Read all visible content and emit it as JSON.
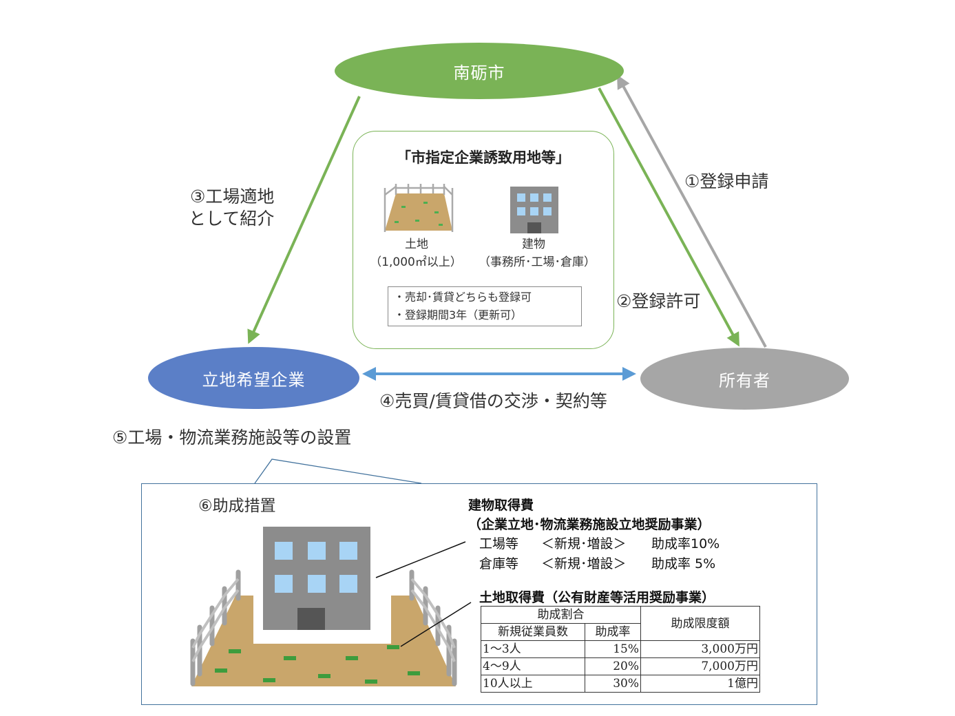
{
  "nodes": {
    "city": "南砺市",
    "company": "立地希望企業",
    "owner": "所有者"
  },
  "edges": {
    "register_apply": "①登録申請",
    "register_permit": "②登録許可",
    "introduce_line1": "③工場適地",
    "introduce_line2": "として紹介",
    "negotiation": "④売買/賃貸借の交渉・契約等",
    "installation": "⑤工場・物流業務施設等の設置"
  },
  "designated_land": {
    "title": "「市指定企業誘致用地等」",
    "land_label": "土地",
    "land_note": "（1,000㎡以上）",
    "building_label": "建物",
    "building_note": "（事務所･工場･倉庫）",
    "notes": [
      "・売却･賃貸どちらも登録可",
      "・登録期間3年（更新可）"
    ]
  },
  "subsidy": {
    "title": "⑥助成措置",
    "building_cost": {
      "heading": "建物取得費",
      "program": "（企業立地･物流業務施設立地奨励事業）",
      "rows": [
        {
          "type": "工場等",
          "scope": "＜新規･増設＞",
          "rate": "助成率10%"
        },
        {
          "type": "倉庫等",
          "scope": "＜新規･増設＞",
          "rate": "助成率 5%"
        }
      ]
    },
    "land_cost": {
      "heading": "土地取得費（公有財産等活用奨励事業）",
      "table": {
        "header_group": "助成割合",
        "col_employees": "新規従業員数",
        "col_rate": "助成率",
        "col_limit": "助成限度額",
        "rows": [
          {
            "employees": "1～3人",
            "rate": "15%",
            "limit": "3,000万円"
          },
          {
            "employees": "4～9人",
            "rate": "20%",
            "limit": "7,000万円"
          },
          {
            "employees": "10人以上",
            "rate": "30%",
            "limit": "1億円"
          }
        ]
      }
    }
  },
  "colors": {
    "city": "#7ab356",
    "company": "#5b7fc7",
    "owner": "#a6a6a6",
    "green_arrow": "#7ab356",
    "gray_arrow": "#a6a6a6",
    "blue_arrow": "#5b9bd5",
    "panel_border": "#41719c"
  }
}
